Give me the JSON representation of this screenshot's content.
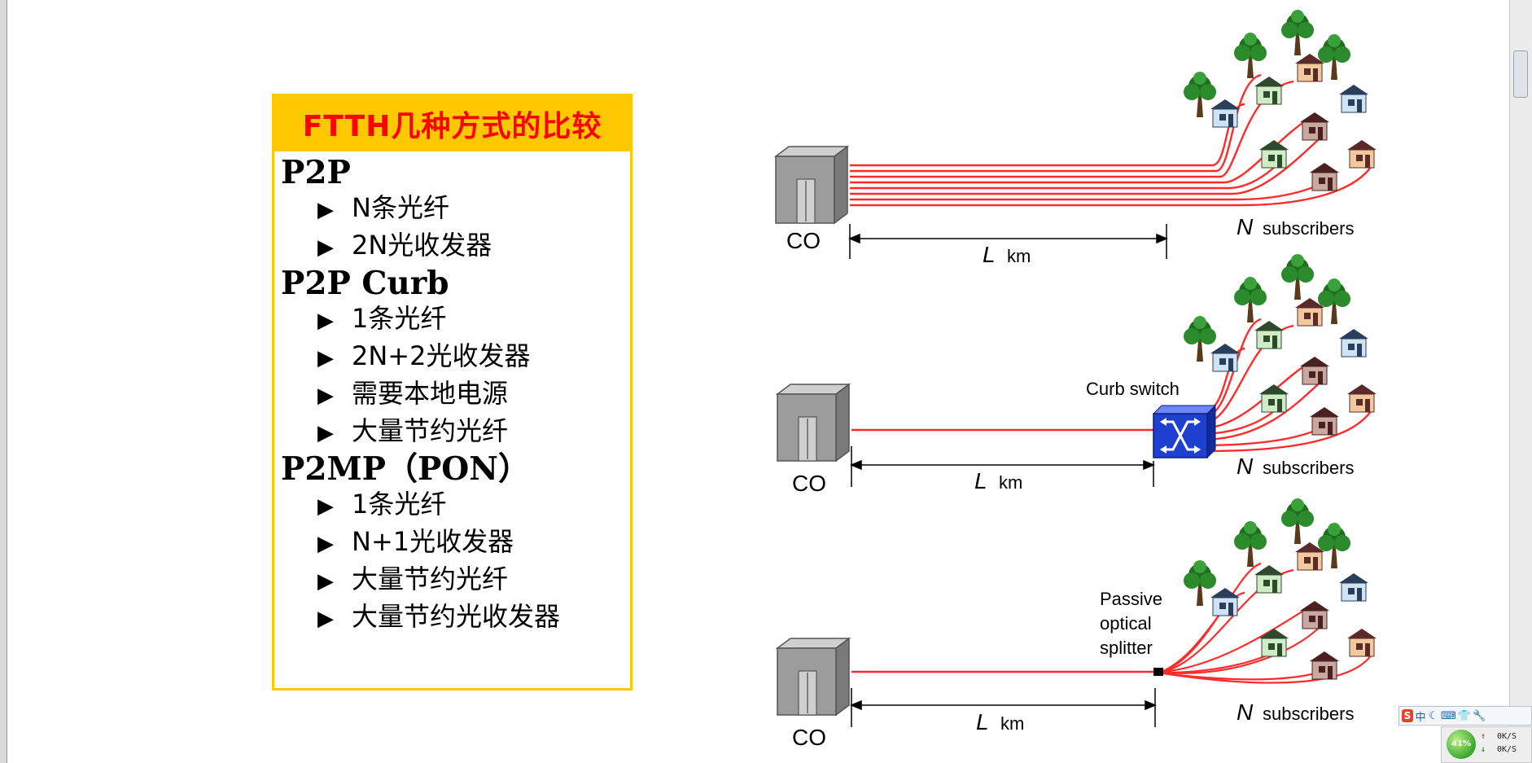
{
  "compare": {
    "title": "FTTH几种方式的比较",
    "sections": [
      {
        "heading": "P2P",
        "items": [
          "N条光纤",
          "2N光收发器"
        ]
      },
      {
        "heading": "P2P Curb",
        "items": [
          "1条光纤",
          "2N+2光收发器",
          "需要本地电源",
          "大量节约光纤"
        ]
      },
      {
        "heading": "P2MP（PON）",
        "items": [
          "1条光纤",
          "N+1光收发器",
          "大量节约光纤",
          "大量节约光收发器"
        ]
      }
    ]
  },
  "diagram": {
    "co_label": "CO",
    "distance_label": "L",
    "distance_unit": "km",
    "subscribers_n": "N",
    "subscribers_label": "subscribers",
    "curb_label": "Curb switch",
    "splitter_label": [
      "Passive",
      "optical",
      "splitter"
    ]
  },
  "ime": {
    "logo": "S",
    "mode": "中",
    "moon": "☾",
    "keyboard": "⌨",
    "shirt": "👕",
    "wrench": "🔧"
  },
  "net_meter": {
    "percent": "41%",
    "up": "0K/S",
    "down": "0K/S"
  },
  "colors": {
    "fiber": "#ff2b2b",
    "header_bg": "#ffc800",
    "header_text": "#ff0000",
    "switch": "#1f3fd1"
  }
}
